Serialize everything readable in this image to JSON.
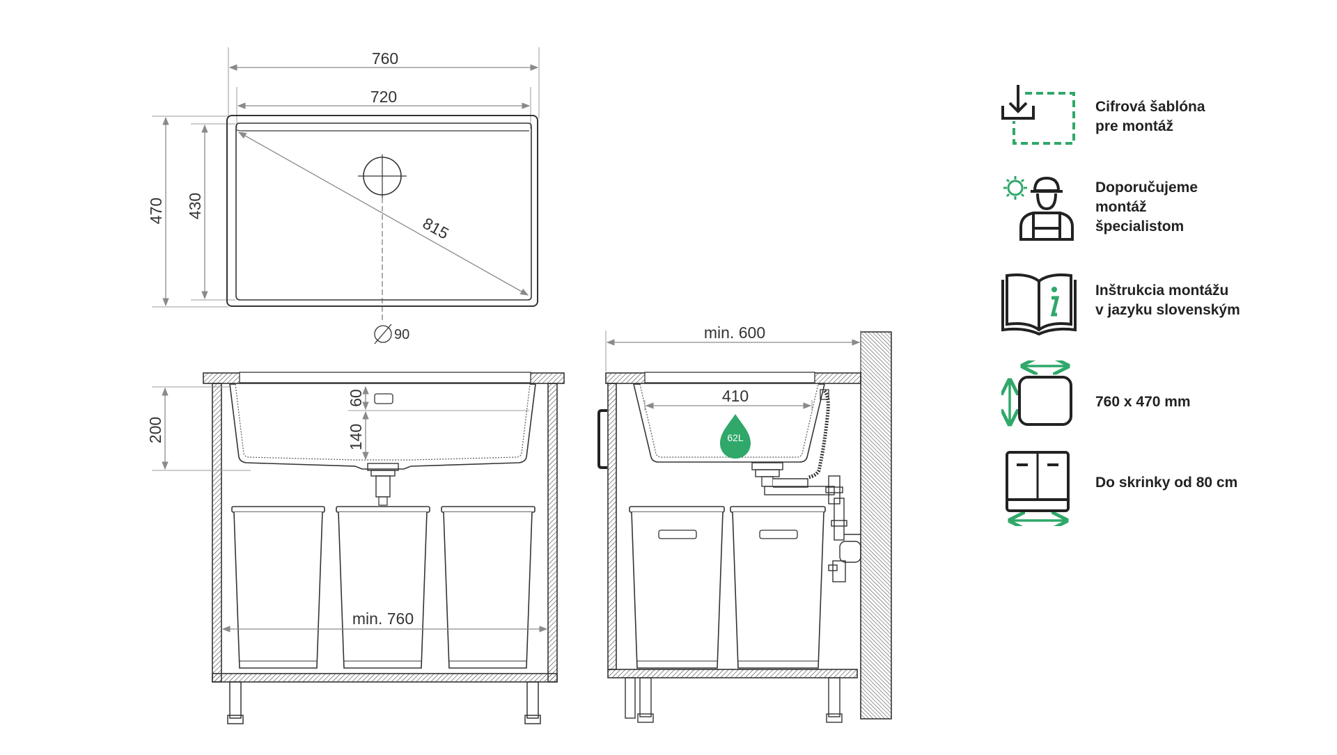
{
  "colors": {
    "line": "#333333",
    "dimension": "#8a8a8a",
    "accent_green": "#2fa86a",
    "volume_badge": "#2fa86a"
  },
  "top_view": {
    "outer_width": "760",
    "inner_width": "720",
    "outer_depth": "470",
    "inner_depth": "430",
    "diagonal": "815",
    "drain_diameter": "90"
  },
  "front_view": {
    "bowl_offset": "60",
    "bowl_depth": "140",
    "total_depth": "200",
    "cabinet_min_width": "min. 760"
  },
  "side_view": {
    "cabinet_min_depth": "min. 600",
    "bowl_depth_dimension": "410",
    "volume": "62L"
  },
  "features": [
    {
      "icon": "download-template-icon",
      "label": "Cifrová šablóna\npre montáž"
    },
    {
      "icon": "installer-specialist-icon",
      "label": "Doporučujeme\nmontáž\nšpecialistom"
    },
    {
      "icon": "instruction-book-icon",
      "label": "Inštrukcia montážu\n v jazyku slovenským"
    },
    {
      "icon": "sink-size-icon",
      "label": "760 x 470 mm"
    },
    {
      "icon": "cabinet-width-icon",
      "label": "Do skrinky od 80 cm"
    }
  ]
}
